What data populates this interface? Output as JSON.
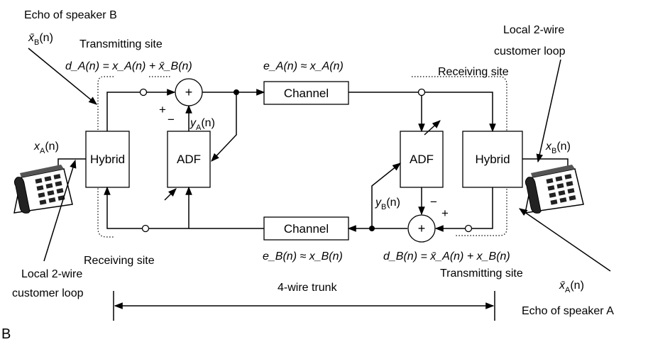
{
  "labels": {
    "echo_b": "Echo of speaker B",
    "tx_site_left": "Transmitting site",
    "local_loop_right_1": "Local 2-wire",
    "local_loop_right_2": "customer loop",
    "rx_site_right": "Receiving site",
    "rx_site_left": "Receiving site",
    "local_loop_left_1": "Local 2-wire",
    "local_loop_left_2": "customer loop",
    "tx_site_right": "Transmitting site",
    "trunk": "4-wire trunk",
    "echo_a": "Echo of speaker A",
    "panel": "B"
  },
  "boxes": {
    "channel_top": "Channel",
    "channel_bottom": "Channel",
    "hybrid_left": "Hybrid",
    "hybrid_right": "Hybrid",
    "adf_left": "ADF",
    "adf_right": "ADF"
  },
  "signs": {
    "sum": "+",
    "plus": "+",
    "minus": "−"
  },
  "signals": {
    "xbar_b": {
      "base": "x̄",
      "sub": "B",
      "arg": "(n)"
    },
    "xbar_a": {
      "base": "x̄",
      "sub": "A",
      "arg": "(n)"
    },
    "x_a": {
      "base": "x",
      "sub": "A",
      "arg": "(n)"
    },
    "x_b": {
      "base": "x",
      "sub": "B",
      "arg": "(n)"
    },
    "y_a": {
      "base": "y",
      "sub": "A",
      "arg": "(n)"
    },
    "y_b": {
      "base": "y",
      "sub": "B",
      "arg": "(n)"
    },
    "d_a": "d_A(n) = x_A(n) + x̄_B(n)",
    "d_b": "d_B(n) = x̄_A(n) + x_B(n)",
    "e_a": "e_A(n) ≈ x_A(n)",
    "e_b": "e_B(n) ≈ x_B(n)"
  }
}
